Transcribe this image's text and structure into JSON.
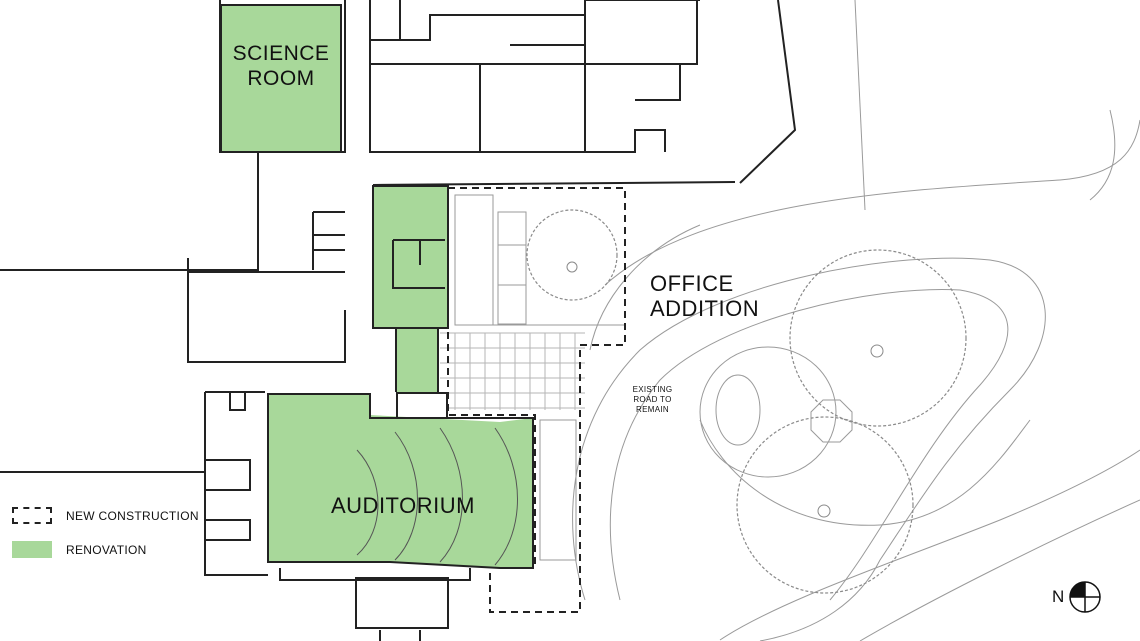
{
  "labels": {
    "science_room": [
      "SCIENCE",
      "ROOM"
    ],
    "office_addition": [
      "OFFICE",
      "ADDITION"
    ],
    "auditorium": "AUDITORIUM",
    "existing_road": [
      "EXISTING",
      "ROAD TO",
      "REMAIN"
    ]
  },
  "legend": {
    "new_construction": "NEW CONSTRUCTION",
    "renovation": "RENOVATION"
  },
  "north_arrow": {
    "letter": "N"
  },
  "colors": {
    "renovation_fill": "#a8d89a",
    "wall": "#222222",
    "light_line": "#9a9a9a",
    "tree": "#8a8a8a"
  }
}
